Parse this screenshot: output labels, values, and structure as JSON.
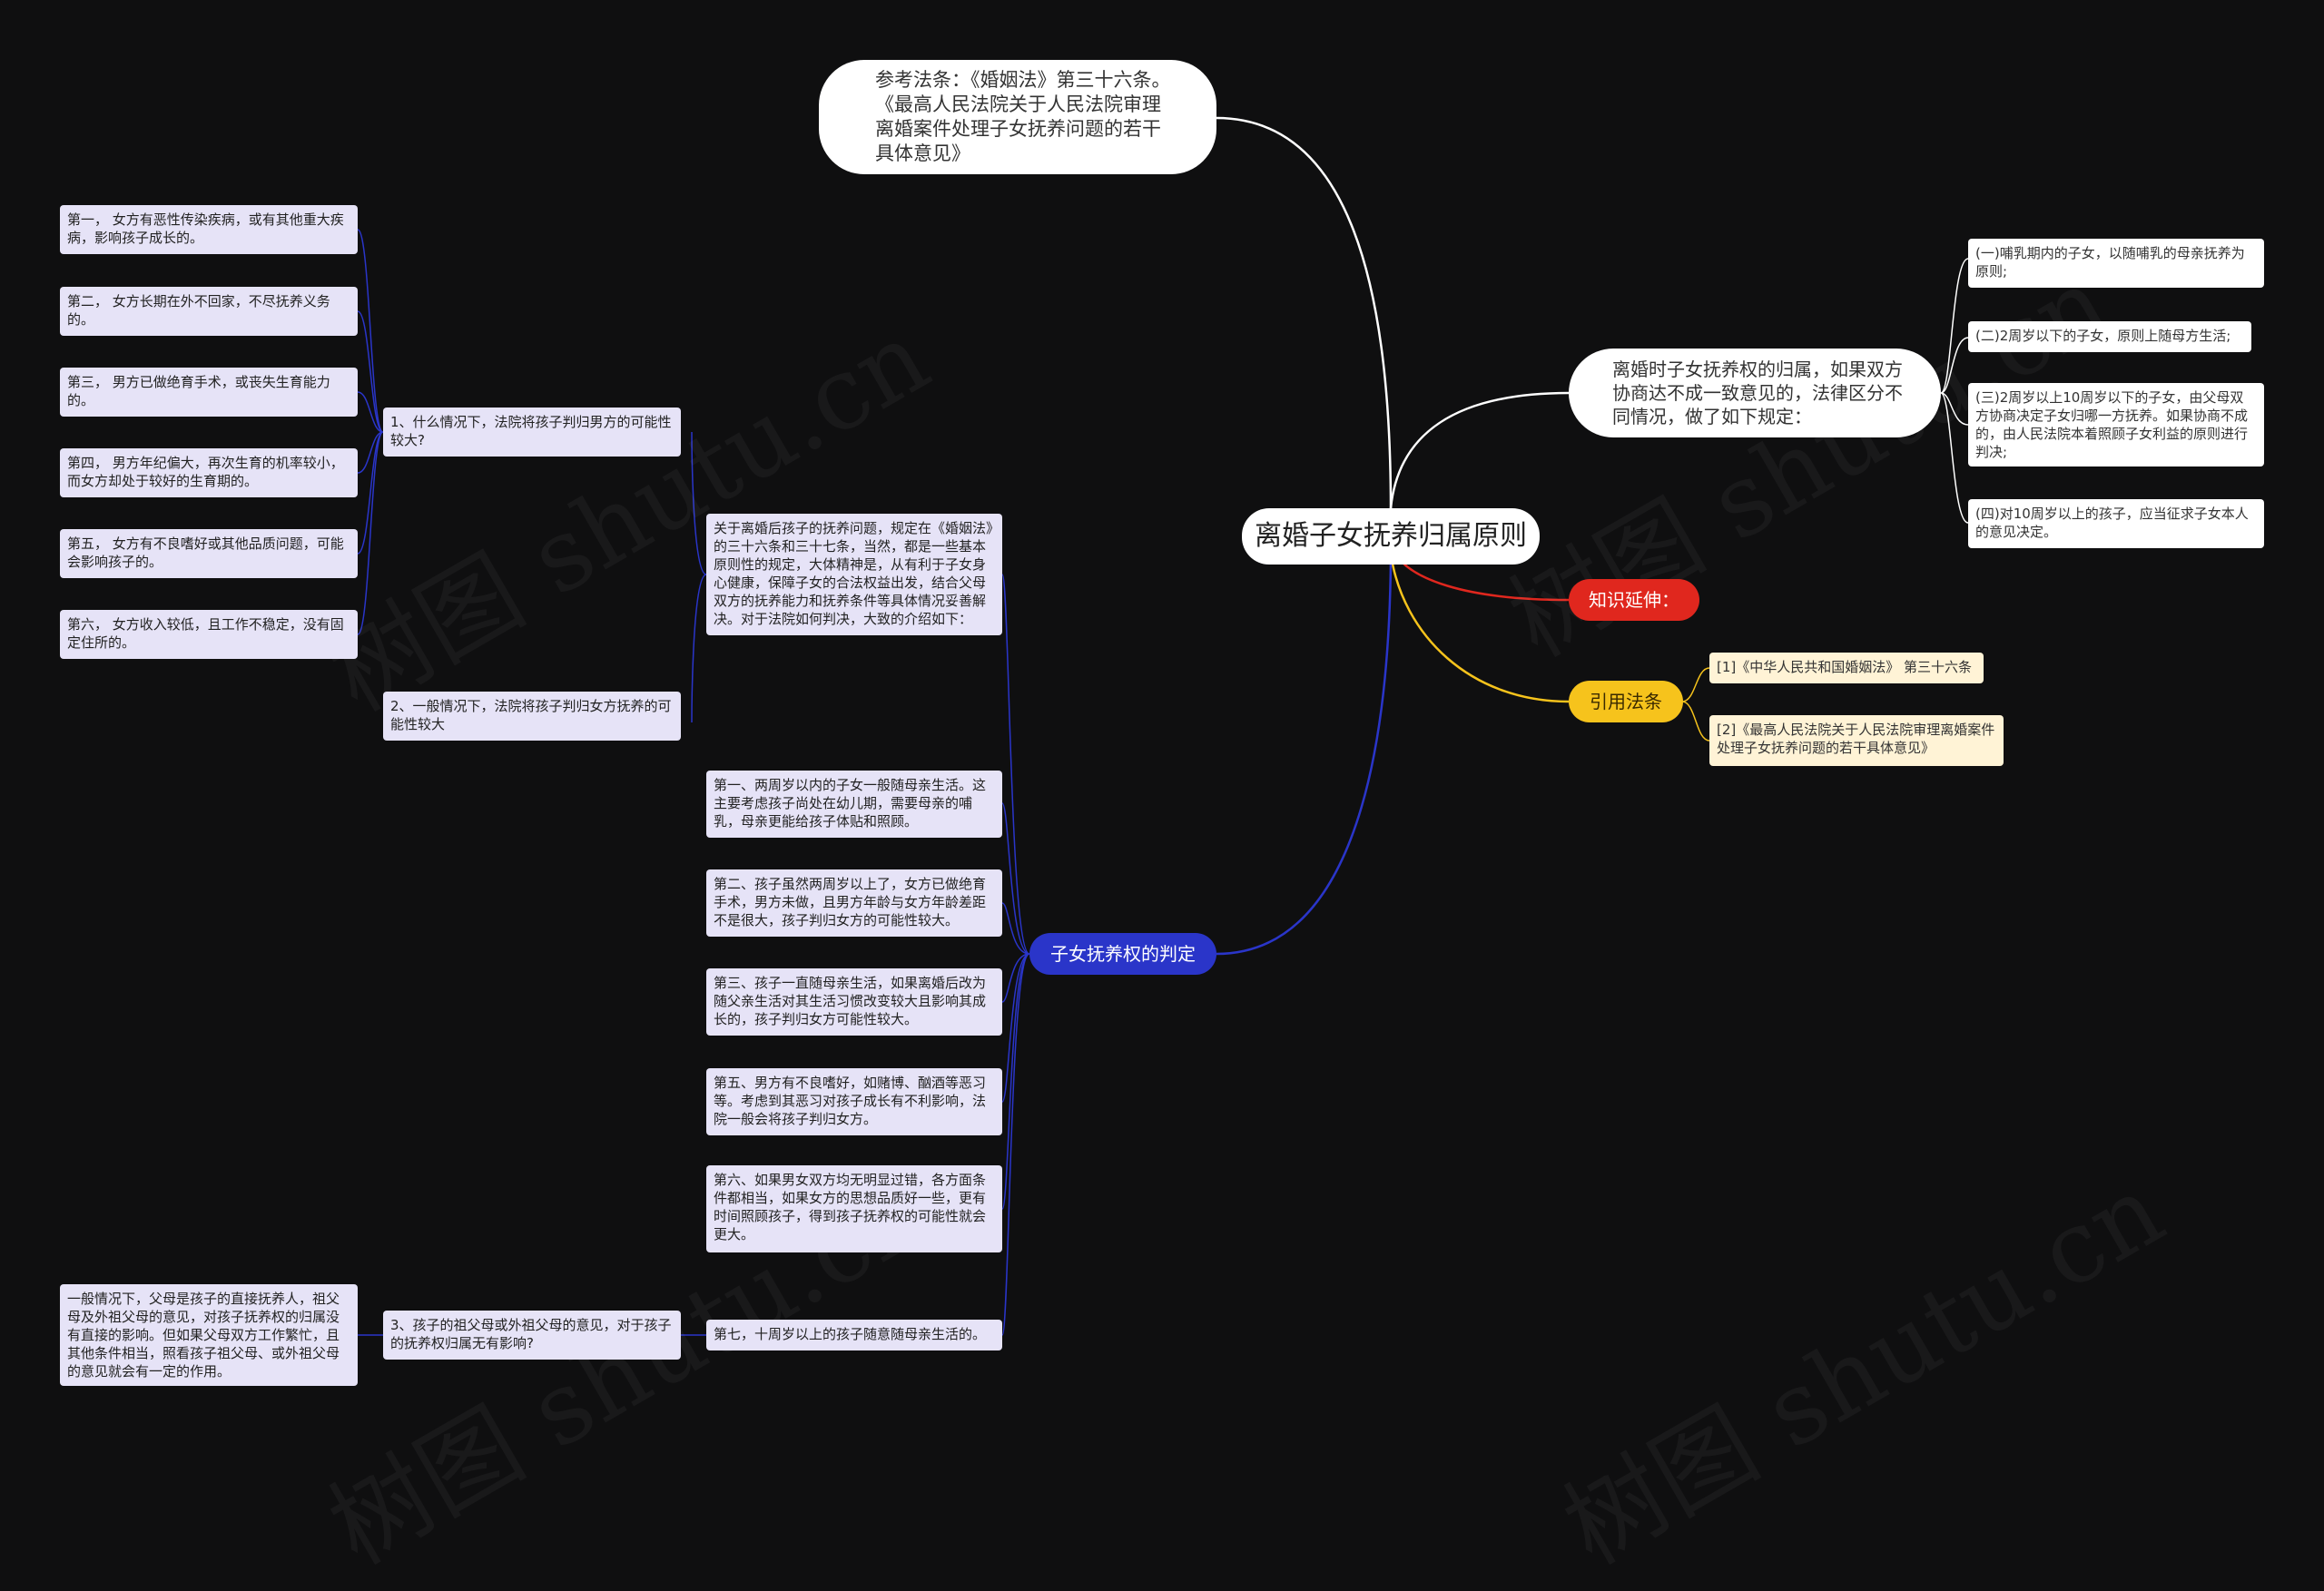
{
  "root": {
    "text": "离婚子女抚养归属原则"
  },
  "reference_note": {
    "text": "参考法条：《婚姻法》第三十六条。《最高人民法院关于人民法院审理离婚案件处理子女抚养问题的若干具体意见》"
  },
  "custody_rules": {
    "label": "离婚时子女抚养权的归属，如果双方协商达不成一致意见的，法律区分不同情况，做了如下规定：",
    "items": [
      "(一)哺乳期内的子女，以随哺乳的母亲抚养为原则;",
      "(二)2周岁以下的子女，原则上随母方生活;",
      "(三)2周岁以上10周岁以下的子女，由父母双方协商决定子女归哪一方抚养。如果协商不成的，由人民法院本着照顾子女利益的原则进行判决;",
      "(四)对10周岁以上的孩子，应当征求子女本人的意见决定。"
    ]
  },
  "knowledge": {
    "label": "知识延伸："
  },
  "citations": {
    "label": "引用法条",
    "items": [
      "[1]《中华人民共和国婚姻法》 第三十六条",
      "[2]《最高人民法院关于人民法院审理离婚案件处理子女抚养问题的若干具体意见》"
    ]
  },
  "judgment": {
    "label": "子女抚养权的判定",
    "intro": "关于离婚后孩子的抚养问题，规定在《婚姻法》的三十六条和三十七条，当然，都是一些基本原则性的规定，大体精神是，从有利于子女身心健康，保障子女的合法权益出发，结合父母双方的抚养能力和抚养条件等具体情况妥善解决。对于法院如何判决，大致的介绍如下：",
    "q1": {
      "label": "1、什么情况下，法院将孩子判归男方的可能性较大?",
      "items": [
        "第一， 女方有恶性传染疾病，或有其他重大疾病，影响孩子成长的。",
        "第二， 女方长期在外不回家，不尽抚养义务的。",
        "第三， 男方已做绝育手术，或丧失生育能力的。",
        "第四， 男方年纪偏大，再次生育的机率较小，而女方却处于较好的生育期的。",
        "第五， 女方有不良嗜好或其他品质问题，可能会影响孩子的。",
        "第六， 女方收入较低，且工作不稳定，没有固定住所的。"
      ]
    },
    "q2": {
      "label": "2、一般情况下，法院将孩子判归女方抚养的可能性较大"
    },
    "q2_items": [
      "第一、两周岁以内的子女一般随母亲生活。这主要考虑孩子尚处在幼儿期，需要母亲的哺乳，母亲更能给孩子体贴和照顾。",
      "第二、孩子虽然两周岁以上了，女方已做绝育手术，男方未做，且男方年龄与女方年龄差距不是很大，孩子判归女方的可能性较大。",
      "第三、孩子一直随母亲生活，如果离婚后改为随父亲生活对其生活习惯改变较大且影响其成长的，孩子判归女方可能性较大。",
      "第五、男方有不良嗜好，如赌博、酗酒等恶习等。考虑到其恶习对孩子成长有不利影响，法院一般会将孩子判归女方。",
      "第六、如果男女双方均无明显过错，各方面条件都相当，如果女方的思想品质好一些，更有时间照顾孩子，得到孩子抚养权的可能性就会更大。",
      "第七，十周岁以上的孩子随意随母亲生活的。"
    ],
    "q3": {
      "label": "3、孩子的祖父母或外祖父母的意见，对于孩子的抚养权归属无有影响?",
      "answer": "一般情况下，父母是孩子的直接抚养人，祖父母及外祖父母的意见，对孩子抚养权的归属没有直接的影响。但如果父母双方工作繁忙，且其他条件相当，照看孩子祖父母、或外祖父母的意见就会有一定的作用。"
    }
  },
  "colors": {
    "background": "#0f0f10",
    "reference_line": "#ffffff",
    "custody_line": "#ffffff",
    "knowledge": "#e0271e",
    "citations": "#f6c31c",
    "judgment": "#2a35c9",
    "box_purple": "#e6e3f7",
    "box_yellow": "#fff3d6"
  },
  "watermark": "树图 shutu.cn"
}
